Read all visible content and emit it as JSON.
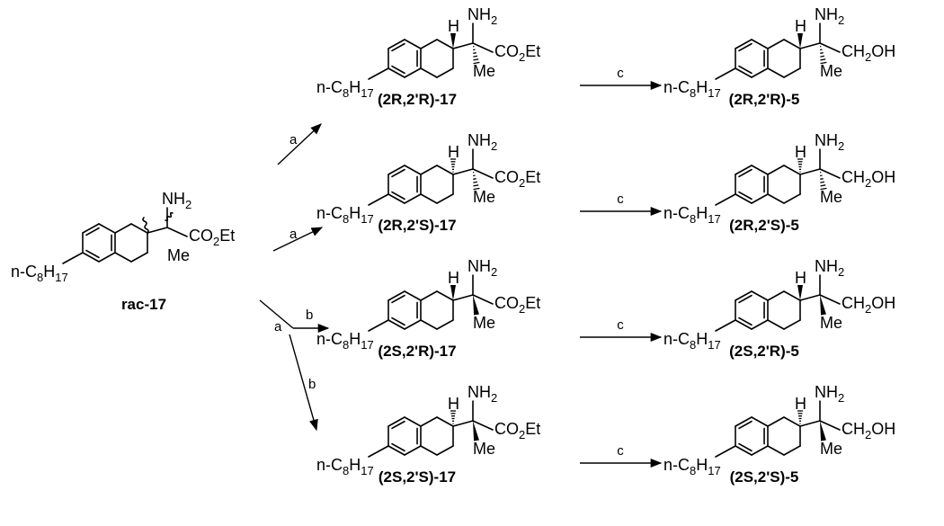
{
  "start": {
    "name": "rac-17",
    "chain": [
      "n-C",
      "8",
      "H",
      "17"
    ],
    "nh2": [
      "NH",
      "2"
    ],
    "ester": [
      "CO",
      "2",
      "Et"
    ],
    "me": "Me"
  },
  "rows": [
    {
      "ester_name": "(2R,2'R)-17",
      "alcohol_name": "(2R,2'R)-5",
      "reagent_in": "a",
      "reagent_out": "c",
      "ring_stereo": "wedge",
      "quat_stereo": "hash"
    },
    {
      "ester_name": "(2R,2'S)-17",
      "alcohol_name": "(2R,2'S)-5",
      "reagent_in": "a",
      "reagent_out": "c",
      "ring_stereo": "hash",
      "quat_stereo": "hash"
    },
    {
      "ester_name": "(2S,2'R)-17",
      "alcohol_name": "(2S,2'R)-5",
      "reagent_in": "b",
      "reagent_out": "c",
      "ring_stereo": "wedge",
      "quat_stereo": "wedge"
    },
    {
      "ester_name": "(2S,2'S)-17",
      "alcohol_name": "(2S,2'S)-5",
      "reagent_in": "b",
      "reagent_out": "c",
      "ring_stereo": "hash",
      "quat_stereo": "wedge"
    }
  ],
  "branch": {
    "label_a": "a",
    "label_b": "b"
  },
  "groups": {
    "chain": [
      "n-C",
      "8",
      "H",
      "17"
    ],
    "nh2": [
      "NH",
      "2"
    ],
    "ester": [
      "CO",
      "2",
      "Et"
    ],
    "alcohol": [
      "CH",
      "2",
      "OH"
    ],
    "me": "Me",
    "h": "H"
  }
}
